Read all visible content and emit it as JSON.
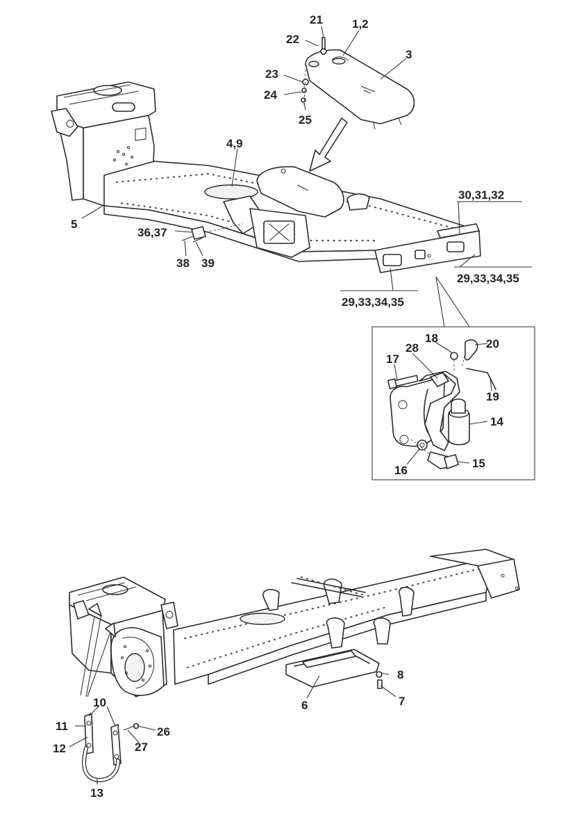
{
  "labels": {
    "l21": "21",
    "l12": "1,2",
    "l22": "22",
    "l3": "3",
    "l23": "23",
    "l24": "24",
    "l25": "25",
    "l49": "4,9",
    "l5": "5",
    "l303132": "30,31,32",
    "l3637": "36,37",
    "l38": "38",
    "l39": "39",
    "l29a": "29,33,34,35",
    "l29b": "29,33,34,35",
    "l18": "18",
    "l20": "20",
    "l28": "28",
    "l17": "17",
    "l19": "19",
    "l14": "14",
    "l16": "16",
    "l15": "15",
    "l8": "8",
    "l7": "7",
    "l6": "6",
    "l10": "10",
    "l11": "11",
    "l26": "26",
    "l12b": "12",
    "l27": "27",
    "l13": "13"
  },
  "colors": {
    "line": "#2a2a2a",
    "background": "#ffffff"
  }
}
